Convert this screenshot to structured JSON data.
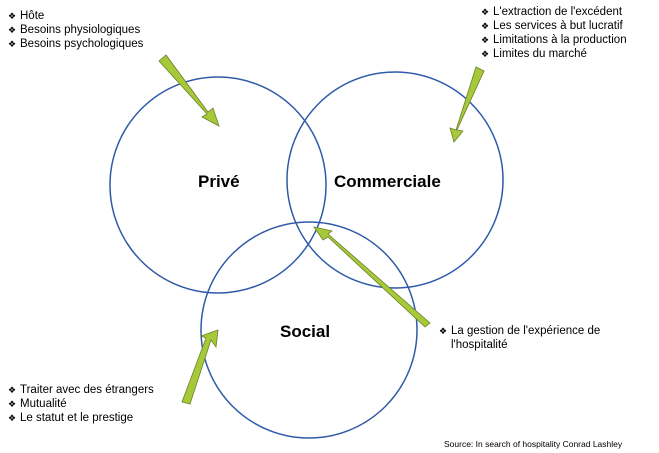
{
  "colors": {
    "circle": "#2e5aa8",
    "arrow": "#a6c93a",
    "arrow_outline": "#6e7f2a",
    "text": "#000000"
  },
  "circles": {
    "prive": {
      "label": "Privé"
    },
    "commerciale": {
      "label": "Commerciale"
    },
    "social": {
      "label": "Social"
    }
  },
  "bullet_icon": "four-diamond-bullet-icon",
  "bullet_glyph": "❖",
  "lists": {
    "top_left": [
      "Hôte",
      "Besoins physiologiques",
      "Besoins psychologiques"
    ],
    "top_right": [
      "L'extraction de l'excédent",
      "Les services à but lucratif",
      "Limitations à la production",
      "Limites du marché"
    ],
    "bottom_left": [
      "Traiter avec des étrangers",
      "Mutualité",
      "Le statut et le prestige"
    ],
    "middle_right": [
      "La gestion de l'expérience de l'hospitalité"
    ]
  },
  "source": "Source: In search of hospitality Conrad Lashley"
}
